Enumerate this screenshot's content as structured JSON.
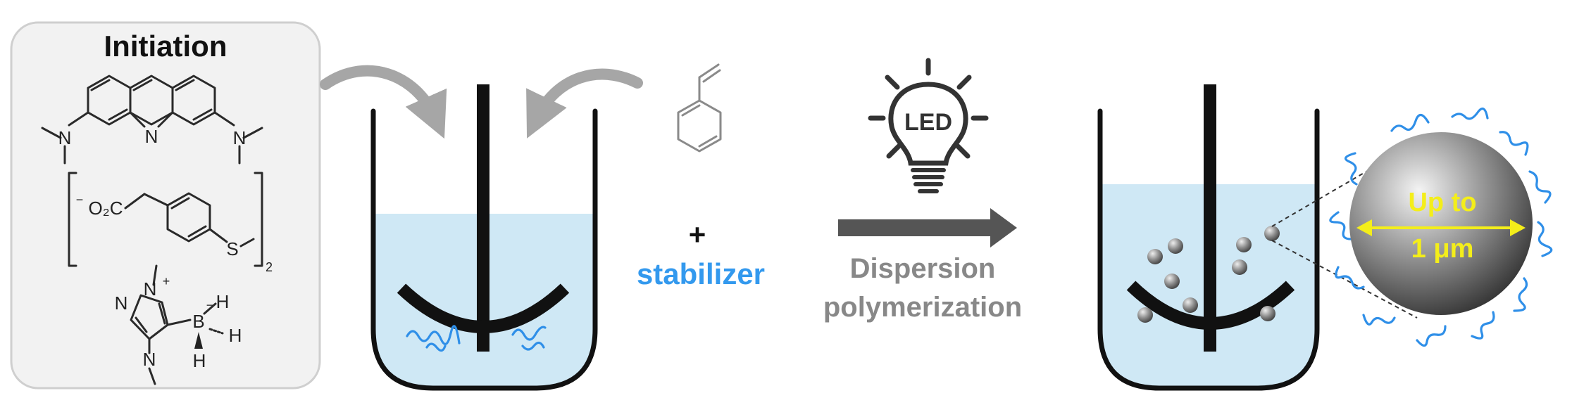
{
  "initiation_panel": {
    "title": "Initiation",
    "acridine_atoms": {
      "n_left": "N",
      "n_ring": "N",
      "n_right": "N"
    },
    "borate_fragment": {
      "counterion": "O₂C",
      "charge": "−",
      "sulfur": "S",
      "subscript": "2"
    },
    "nhc_borane": {
      "n1": "N",
      "n2": "N",
      "n3": "N",
      "plus": "+",
      "boron": "B",
      "minus": "−",
      "h1": "H",
      "h2": "H",
      "h3": "H"
    }
  },
  "reagents": {
    "plus": "+",
    "stabilizer": "stabilizer"
  },
  "process": {
    "light_label": "LED",
    "line1": "Dispersion",
    "line2": "polymerization"
  },
  "particle": {
    "line1": "Up to",
    "line2": "1 μm"
  },
  "colors": {
    "panel_bg": "#f2f2f2",
    "liquid": "#cfe8f5",
    "stabilizer_text": "#3399ee",
    "wave": "#2f8fe8",
    "arrow_dark": "#555555",
    "arrow_light": "#a6a6a6",
    "process_text": "#888888",
    "particle_label": "#f4ee1a"
  }
}
